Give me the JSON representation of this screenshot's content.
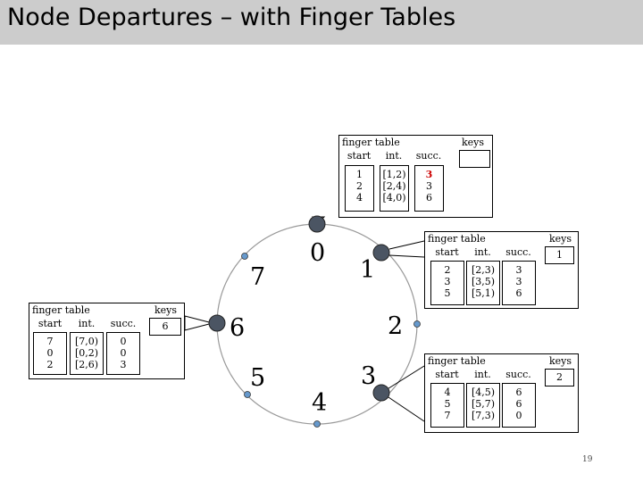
{
  "title": "Node Departures – with Finger Tables",
  "page_number": "19",
  "colors": {
    "node_fill": "#4b5563",
    "marker_fill": "#6699cc",
    "highlight": "#cc0000",
    "title_bar": "#cccccc"
  },
  "ring": {
    "labels": [
      "0",
      "1",
      "2",
      "3",
      "4",
      "5",
      "6",
      "7"
    ]
  },
  "tables": {
    "node0": {
      "title": "finger table",
      "keys_label": "keys",
      "headers": {
        "start": "start",
        "int": "int.",
        "succ": "succ."
      },
      "start": [
        "1",
        "2",
        "4"
      ],
      "int": [
        "[1,2)",
        "[2,4)",
        "[4,0)"
      ],
      "succ": [
        "3",
        "3",
        "6"
      ],
      "keys": ""
    },
    "node1": {
      "title": "finger table",
      "keys_label": "keys",
      "headers": {
        "start": "start",
        "int": "int.",
        "succ": "succ."
      },
      "start": [
        "2",
        "3",
        "5"
      ],
      "int": [
        "[2,3)",
        "[3,5)",
        "[5,1)"
      ],
      "succ": [
        "3",
        "3",
        "6"
      ],
      "keys": "1"
    },
    "node3": {
      "title": "finger table",
      "keys_label": "keys",
      "headers": {
        "start": "start",
        "int": "int.",
        "succ": "succ."
      },
      "start": [
        "4",
        "5",
        "7"
      ],
      "int": [
        "[4,5)",
        "[5,7)",
        "[7,3)"
      ],
      "succ": [
        "6",
        "6",
        "0"
      ],
      "keys": "2"
    },
    "node6": {
      "title": "finger table",
      "keys_label": "keys",
      "headers": {
        "start": "start",
        "int": "int.",
        "succ": "succ."
      },
      "start": [
        "7",
        "0",
        "2"
      ],
      "int": [
        "[7,0)",
        "[0,2)",
        "[2,6)"
      ],
      "succ": [
        "0",
        "0",
        "3"
      ],
      "keys": "6"
    }
  }
}
